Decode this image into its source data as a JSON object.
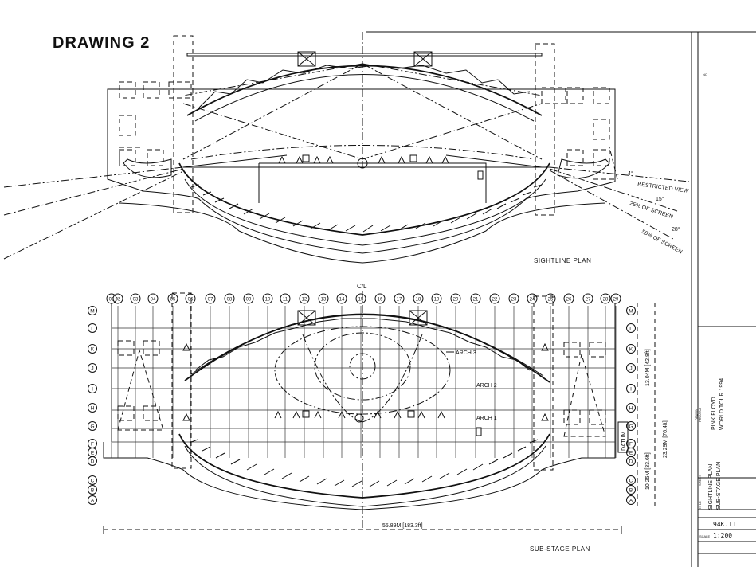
{
  "drawing_title": "DRAWING 2",
  "upper_plan_label": "SIGHTLINE PLAN",
  "lower_plan_label": "SUB-STAGE PLAN",
  "centerline_label": "C/L",
  "sightline_notes": {
    "restricted": "RESTRICTED VIEW",
    "deg4": "4°",
    "deg15": "15°",
    "deg28": "28°",
    "screen25": "25% OF SCREEN",
    "screen50": "50% OF SCREEN"
  },
  "arch_labels": [
    "ARCH 3",
    "ARCH 2",
    "ARCH 1"
  ],
  "datum_label": "DATUM",
  "column_grid": [
    "01",
    "02",
    "03",
    "04",
    "05",
    "06",
    "07",
    "08",
    "09",
    "10",
    "11",
    "12",
    "13",
    "14",
    "15",
    "16",
    "17",
    "18",
    "19",
    "20",
    "21",
    "22",
    "23",
    "24",
    "25",
    "26",
    "27",
    "28",
    "29"
  ],
  "row_grid_left": [
    "M",
    "L",
    "K",
    "J",
    "I",
    "H",
    "G",
    "F",
    "E",
    "D",
    "C",
    "B",
    "A"
  ],
  "row_grid_right": [
    "M",
    "L",
    "K",
    "J",
    "I",
    "H",
    "G",
    "F",
    "E",
    "D",
    "C",
    "B",
    "A"
  ],
  "dimensions": {
    "overall_width": "55.89M [183.3ft]",
    "d1": "13.04M [42.8ft]",
    "d2": "23.29M [76.4ft]",
    "d3": "10.25M [33.6ft]"
  },
  "title_block": {
    "project_line1": "PINK FLOYD",
    "project_line2": "WORLD TOUR 1994",
    "sheet_line1": "SIGHTLINE PLAN",
    "sheet_line2": "SUB-STAGE PLAN",
    "drawing_no": "94K.111",
    "scale": "1:200",
    "side_marks": [
      "NO",
      "DRAWN",
      "SHEET",
      "TITLE",
      "PROJECT",
      "SCALE"
    ]
  }
}
